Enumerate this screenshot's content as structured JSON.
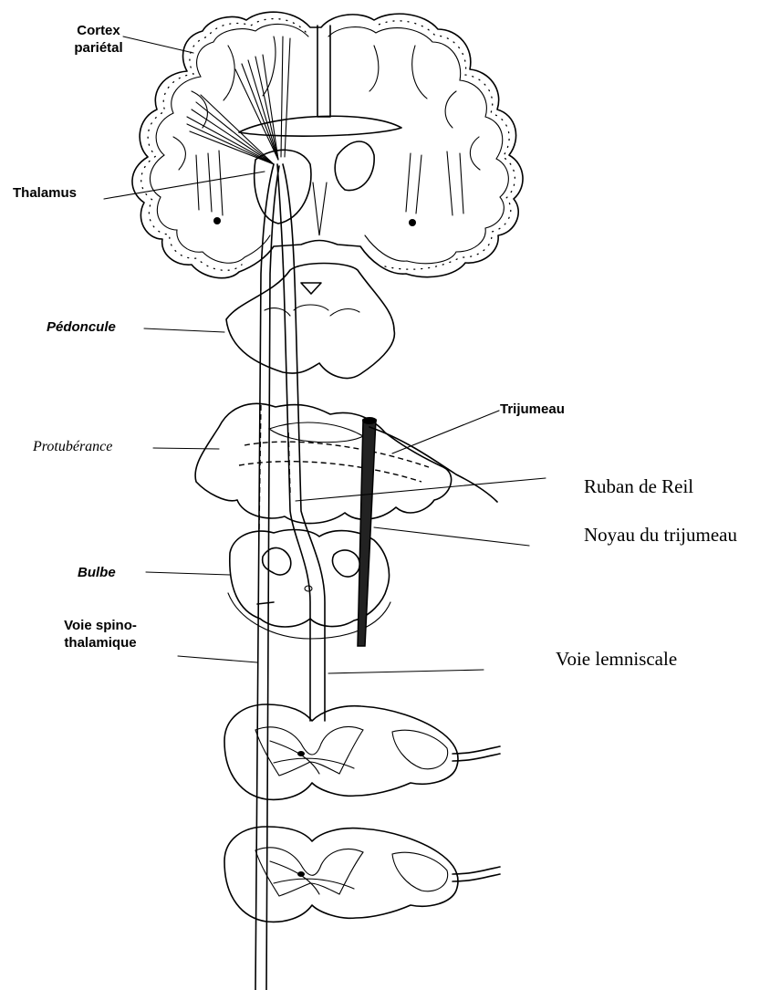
{
  "labels": {
    "cortex_line1": "Cortex",
    "cortex_line2": "pariétal",
    "thalamus": "Thalamus",
    "pedoncule": "Pédoncule",
    "protuberance": "Protubérance",
    "bulbe": "Bulbe",
    "voie_spino_line1": "Voie spino-",
    "voie_spino_line2": "thalamique",
    "trijumeau": "Trijumeau",
    "ruban_de_reil": "Ruban de Reil",
    "noyau_trijumeau": "Noyau du trijumeau",
    "voie_lemniscale": "Voie lemniscale"
  },
  "structures": {
    "brain": "brain-coronal-section",
    "peduncle": "cerebral-peduncle-section",
    "pons": "pons-section",
    "medulla": "medulla-section",
    "spinal_upper": "spinal-cord-section-upper",
    "spinal_lower": "spinal-cord-section-lower",
    "pathways": [
      "spinothalamic-tract",
      "lemniscal-tract",
      "trigeminal-nucleus"
    ]
  },
  "colors": {
    "ink": "#000000",
    "background": "#ffffff"
  }
}
